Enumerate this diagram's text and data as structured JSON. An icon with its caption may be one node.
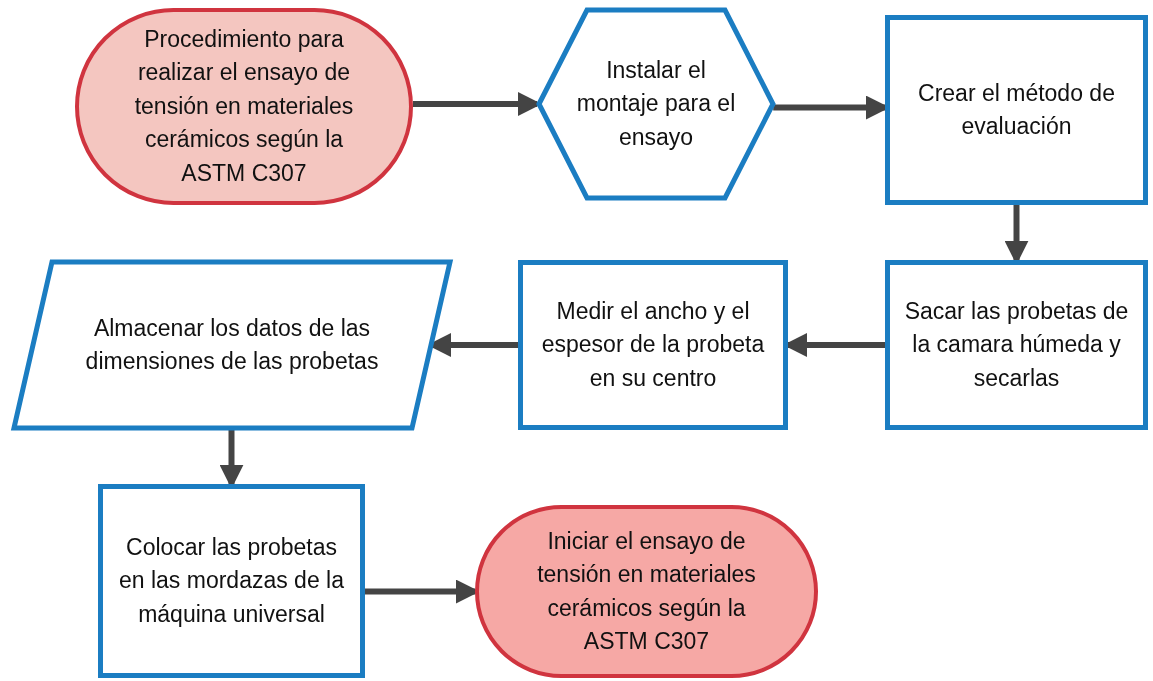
{
  "diagram": {
    "nodes": [
      {
        "text": [
          "Procedimiento para realizar el ensayo de tensión en materiales cerámicos según la ASTM C307"
        ]
      },
      {
        "text": [
          "Instalar el montaje para el ensayo"
        ]
      },
      {
        "text": [
          "Crear el método de evaluación"
        ]
      },
      {
        "text": [
          "Sacar las probetas de la camara húmeda y secarlas"
        ]
      },
      {
        "text": [
          "Medir el ancho y el espesor de la probeta en su centro"
        ]
      },
      {
        "text": [
          "Almacenar los datos de las dimensiones de las probetas"
        ]
      },
      {
        "text": [
          "Colocar las probetas en las mordazas de la máquina universal"
        ]
      },
      {
        "text": [
          "Iniciar el ensayo de tensión en materiales cerámicos según la ASTM C307"
        ]
      }
    ],
    "edges": [
      {
        "from": 0,
        "to": 1,
        "arrow": "to"
      },
      {
        "from": 1,
        "to": 2,
        "arrow": "to"
      },
      {
        "from": 2,
        "to": 3,
        "arrow": "to"
      },
      {
        "from": 3,
        "to": 4,
        "arrow": "to"
      },
      {
        "from": 4,
        "to": 5,
        "arrow": "to"
      },
      {
        "from": 5,
        "to": 6,
        "arrow": "to"
      },
      {
        "from": 6,
        "to": 7,
        "arrow": "to"
      }
    ]
  }
}
